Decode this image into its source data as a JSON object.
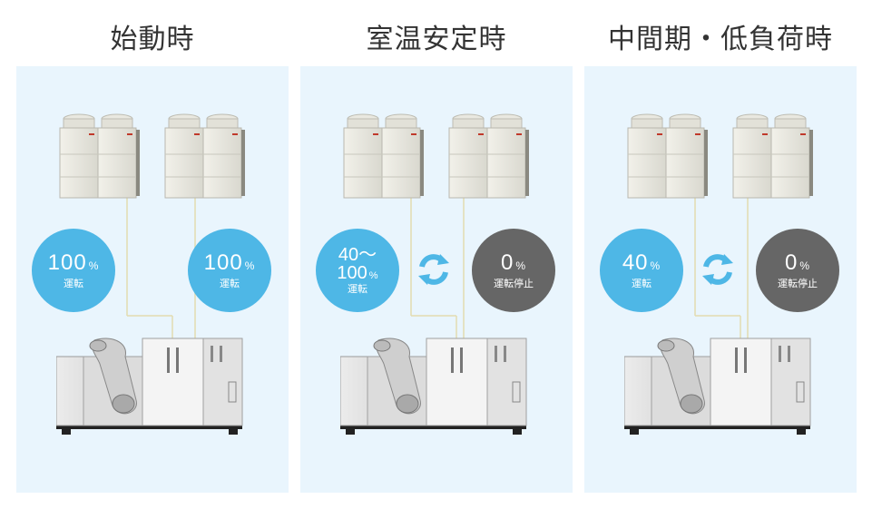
{
  "colors": {
    "panel_bg": "#e9f5fd",
    "running_circle": "#4eb7e6",
    "stopped_circle": "#666666",
    "cycle_arrows": "#4eb7e6"
  },
  "panels": [
    {
      "title": "始動時",
      "left": {
        "value": "100",
        "unit": "%",
        "label": "運転",
        "state": "running"
      },
      "right": {
        "value": "100",
        "unit": "%",
        "label": "運転",
        "state": "running"
      },
      "rotation_icon": false
    },
    {
      "title": "室温安定時",
      "left": {
        "value_line1": "40〜",
        "value_line2": "100",
        "unit": "%",
        "label": "運転",
        "state": "running"
      },
      "right": {
        "value": "0",
        "unit": "%",
        "label": "運転停止",
        "state": "stopped"
      },
      "rotation_icon": true
    },
    {
      "title": "中間期・低負荷時",
      "left": {
        "value": "40",
        "unit": "%",
        "label": "運転",
        "state": "running"
      },
      "right": {
        "value": "0",
        "unit": "%",
        "label": "運転停止",
        "state": "stopped"
      },
      "rotation_icon": true
    }
  ]
}
